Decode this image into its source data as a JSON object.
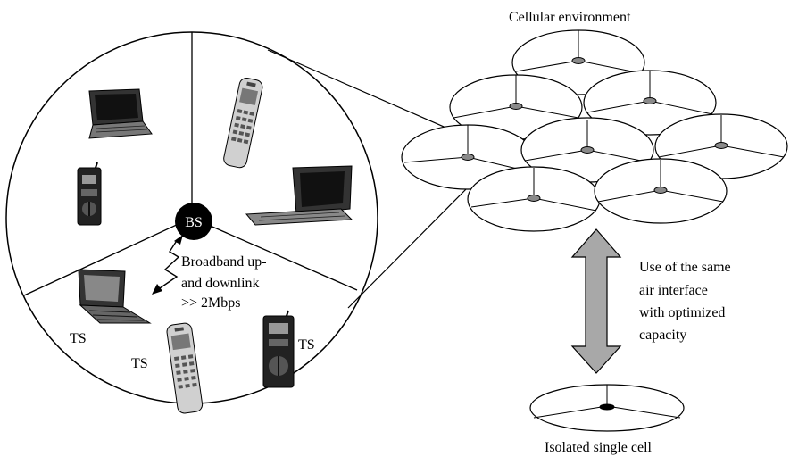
{
  "title_cellular": "Cellular environment",
  "title_isolated": "Isolated single cell",
  "base_station_label": "BS",
  "link_text": [
    "Broadband up-",
    "and downlink",
    ">> 2Mbps"
  ],
  "terminal_label": "TS",
  "arrow_text": [
    "Use of the same",
    "air interface",
    "with optimized",
    "capacity"
  ],
  "colors": {
    "line": "#000000",
    "bs_fill": "#000000",
    "arrow_fill": "#a8a8a8",
    "hub_fill": "#8a8a8a",
    "device_dark": "#222222"
  }
}
